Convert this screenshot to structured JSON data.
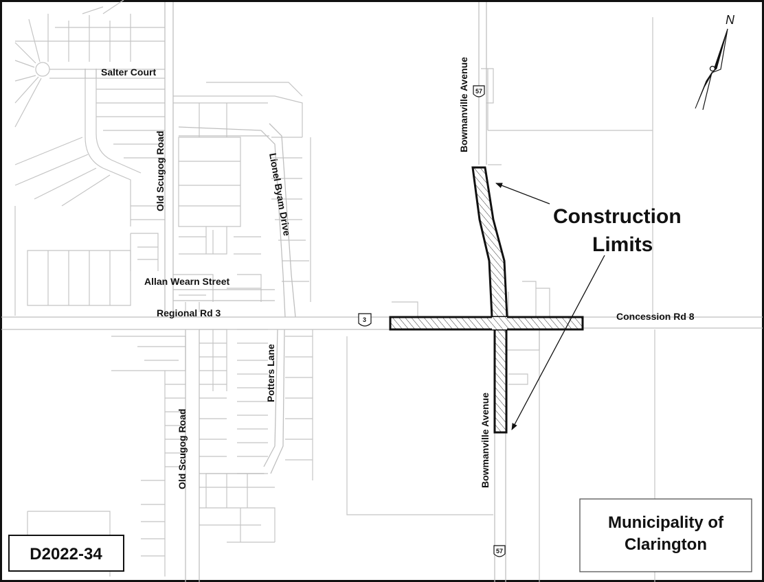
{
  "streets": {
    "salter_court": "Salter Court",
    "old_scugog_north": "Old Scugog Road",
    "old_scugog_south": "Old Scugog Road",
    "lionel_byam": "Lionel Byam Drive",
    "allan_wearn": "Allan Wearn Street",
    "regional_rd_3": "Regional Rd 3",
    "potters_lane": "Potters Lane",
    "bowmanville_north": "Bowmanville Avenue",
    "bowmanville_south": "Bowmanville Avenue",
    "concession_rd_8": "Concession Rd 8"
  },
  "shields": {
    "route_57_north": "57",
    "route_3": "3",
    "route_57_south": "57"
  },
  "callout": {
    "line1": "Construction",
    "line2": "Limits"
  },
  "north_arrow": {
    "label": "N"
  },
  "title_box": {
    "line1": "Municipality of",
    "line2": "Clarington"
  },
  "project_id": "D2022-34",
  "colors": {
    "ink": "#111111",
    "lot_lines": "#c4c4c4",
    "background": "#ffffff"
  }
}
